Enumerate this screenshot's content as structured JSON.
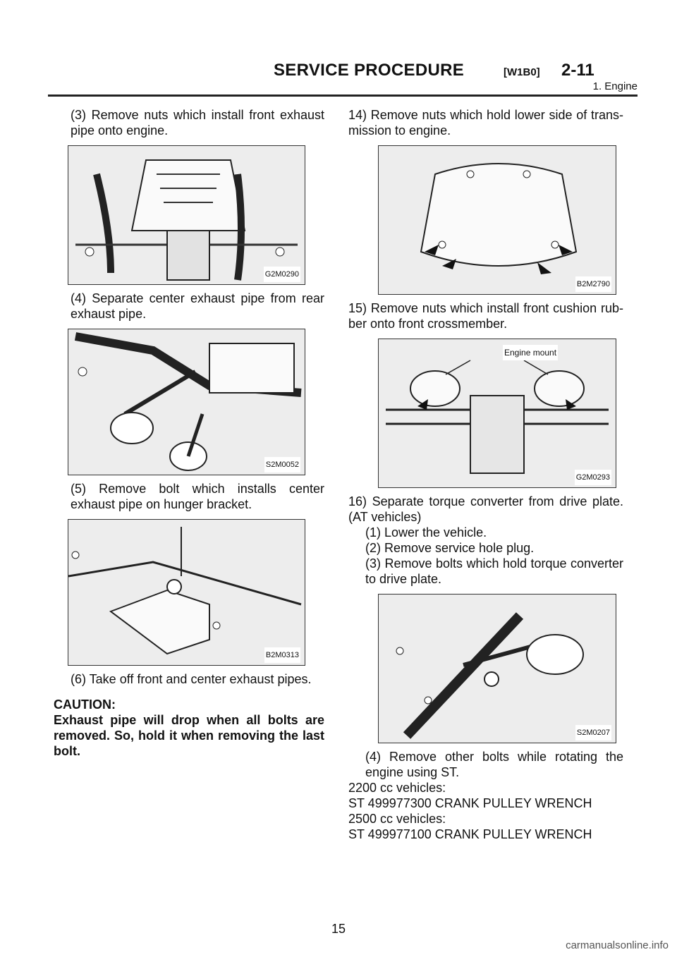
{
  "header": {
    "title": "SERVICE PROCEDURE",
    "code": "[W1B0]",
    "page_code": "2-11",
    "section": "1. Engine"
  },
  "left": {
    "step3": "(3) Remove nuts which install front exhaust pipe onto engine.",
    "fig1_caption": "G2M0290",
    "step4": "(4) Separate center exhaust pipe from rear exhaust pipe.",
    "fig2_caption": "S2M0052",
    "step5": "(5) Remove bolt which installs center exhaust pipe on hunger bracket.",
    "fig3_caption": "B2M0313",
    "step6": "(6) Take off front and center exhaust pipes.",
    "caution_label": "CAUTION:",
    "caution_text": "Exhaust pipe will drop when all bolts are removed. So, hold it when removing the last bolt."
  },
  "right": {
    "step14": "14) Remove nuts which hold lower side of trans- mission to engine.",
    "fig4_caption": "B2M2790",
    "step15": "15) Remove nuts which install front cushion rub- ber onto front crossmember.",
    "fig5_label": "Engine mount",
    "fig5_caption": "G2M0293",
    "step16": "16) Separate torque converter from drive plate. (AT vehicles)",
    "sub1": "(1) Lower the vehicle.",
    "sub2": "(2) Remove service hole plug.",
    "sub3": "(3) Remove bolts which hold torque converter to drive plate.",
    "fig6_caption": "S2M0207",
    "sub4": "(4) Remove other bolts while rotating the engine using ST.",
    "line_2200": "2200 cc vehicles:",
    "st_2200": "ST 499977300 CRANK PULLEY WRENCH",
    "line_2500": "2500 cc vehicles:",
    "st_2500": "ST 499977100 CRANK PULLEY WRENCH"
  },
  "footer": {
    "page_number": "15",
    "watermark": "carmanualsonline.info"
  }
}
